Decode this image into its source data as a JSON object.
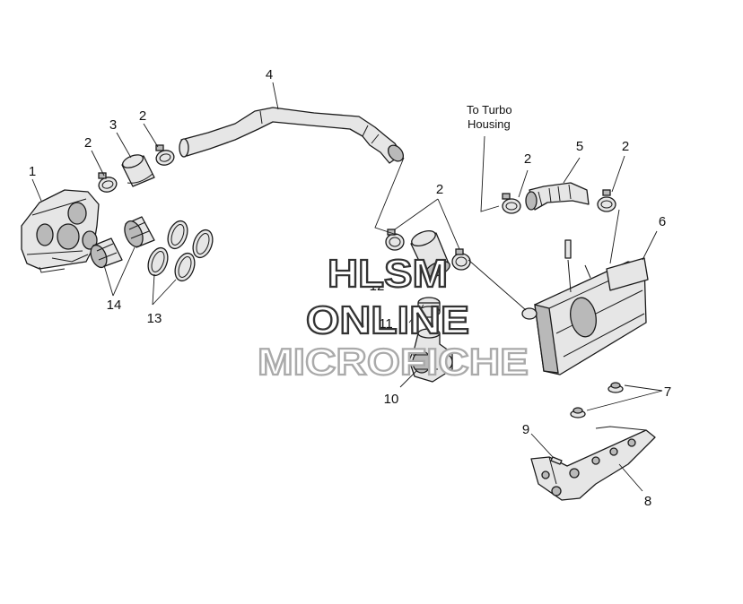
{
  "callouts": {
    "c1": "1",
    "c2a": "2",
    "c2b": "2",
    "c2c": "2",
    "c2d": "2",
    "c2e": "2",
    "c3": "3",
    "c4": "4",
    "c5": "5",
    "c6": "6",
    "c7": "7",
    "c8": "8",
    "c9": "9",
    "c10": "10",
    "c11": "11",
    "c12": "12",
    "c13": "13",
    "c14": "14"
  },
  "note": {
    "line1": "To Turbo",
    "line2": "Housing"
  },
  "watermark": {
    "line1": "HLSM",
    "line2": "ONLINE",
    "line3": "MICROFICHE",
    "color_dark": "#333333",
    "color_light": "#aaaaaa"
  }
}
